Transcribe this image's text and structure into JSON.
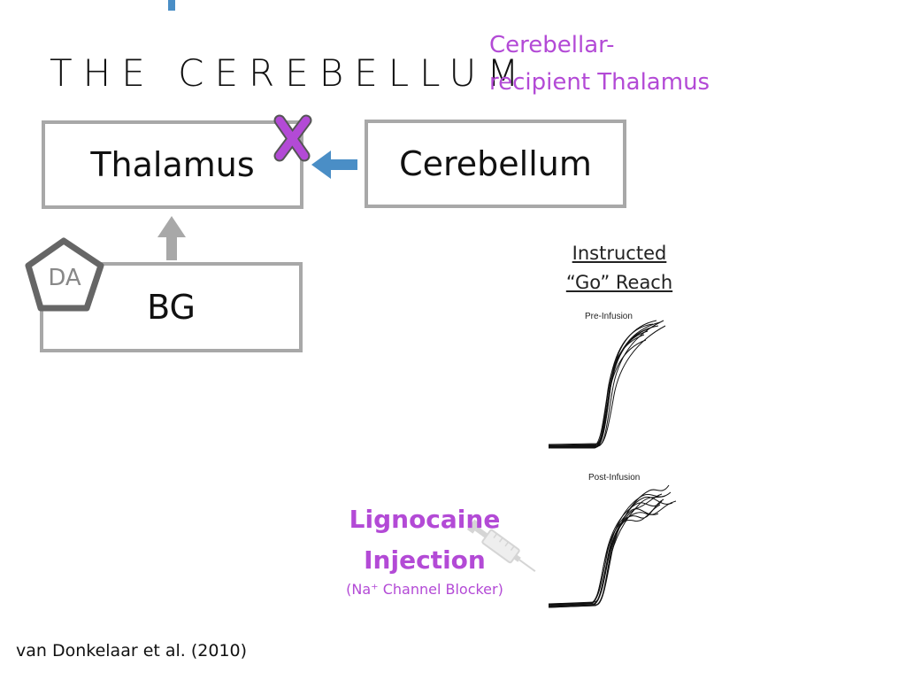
{
  "slide": {
    "title": "THE CEREBELLUM",
    "subtitle_lines": [
      "Cerebellar-",
      "recipient Thalamus"
    ],
    "citation": "van Donkelaar et al. (2010)"
  },
  "diagram": {
    "boxes": {
      "thalamus": "Thalamus",
      "cerebellum": "Cerebellum",
      "bg": "BG"
    },
    "da_label": "DA",
    "lesion_mark": "x-mark-icon"
  },
  "panel": {
    "heading_lines": [
      "Instructed",
      "“Go” Reach"
    ],
    "traces": [
      {
        "title": "Pre-Infusion"
      },
      {
        "title": "Post-Infusion"
      }
    ]
  },
  "injection": {
    "title_lines": [
      "Lignocaine",
      "Injection"
    ],
    "subtitle": "(Na⁺ Channel Blocker)",
    "icon": "syringe-icon"
  },
  "colors": {
    "accent_purple": "#b34ad6",
    "arrow_blue": "#4a8ec6",
    "box_gray": "#a8a8a8",
    "pentagon_gray": "#666666"
  }
}
